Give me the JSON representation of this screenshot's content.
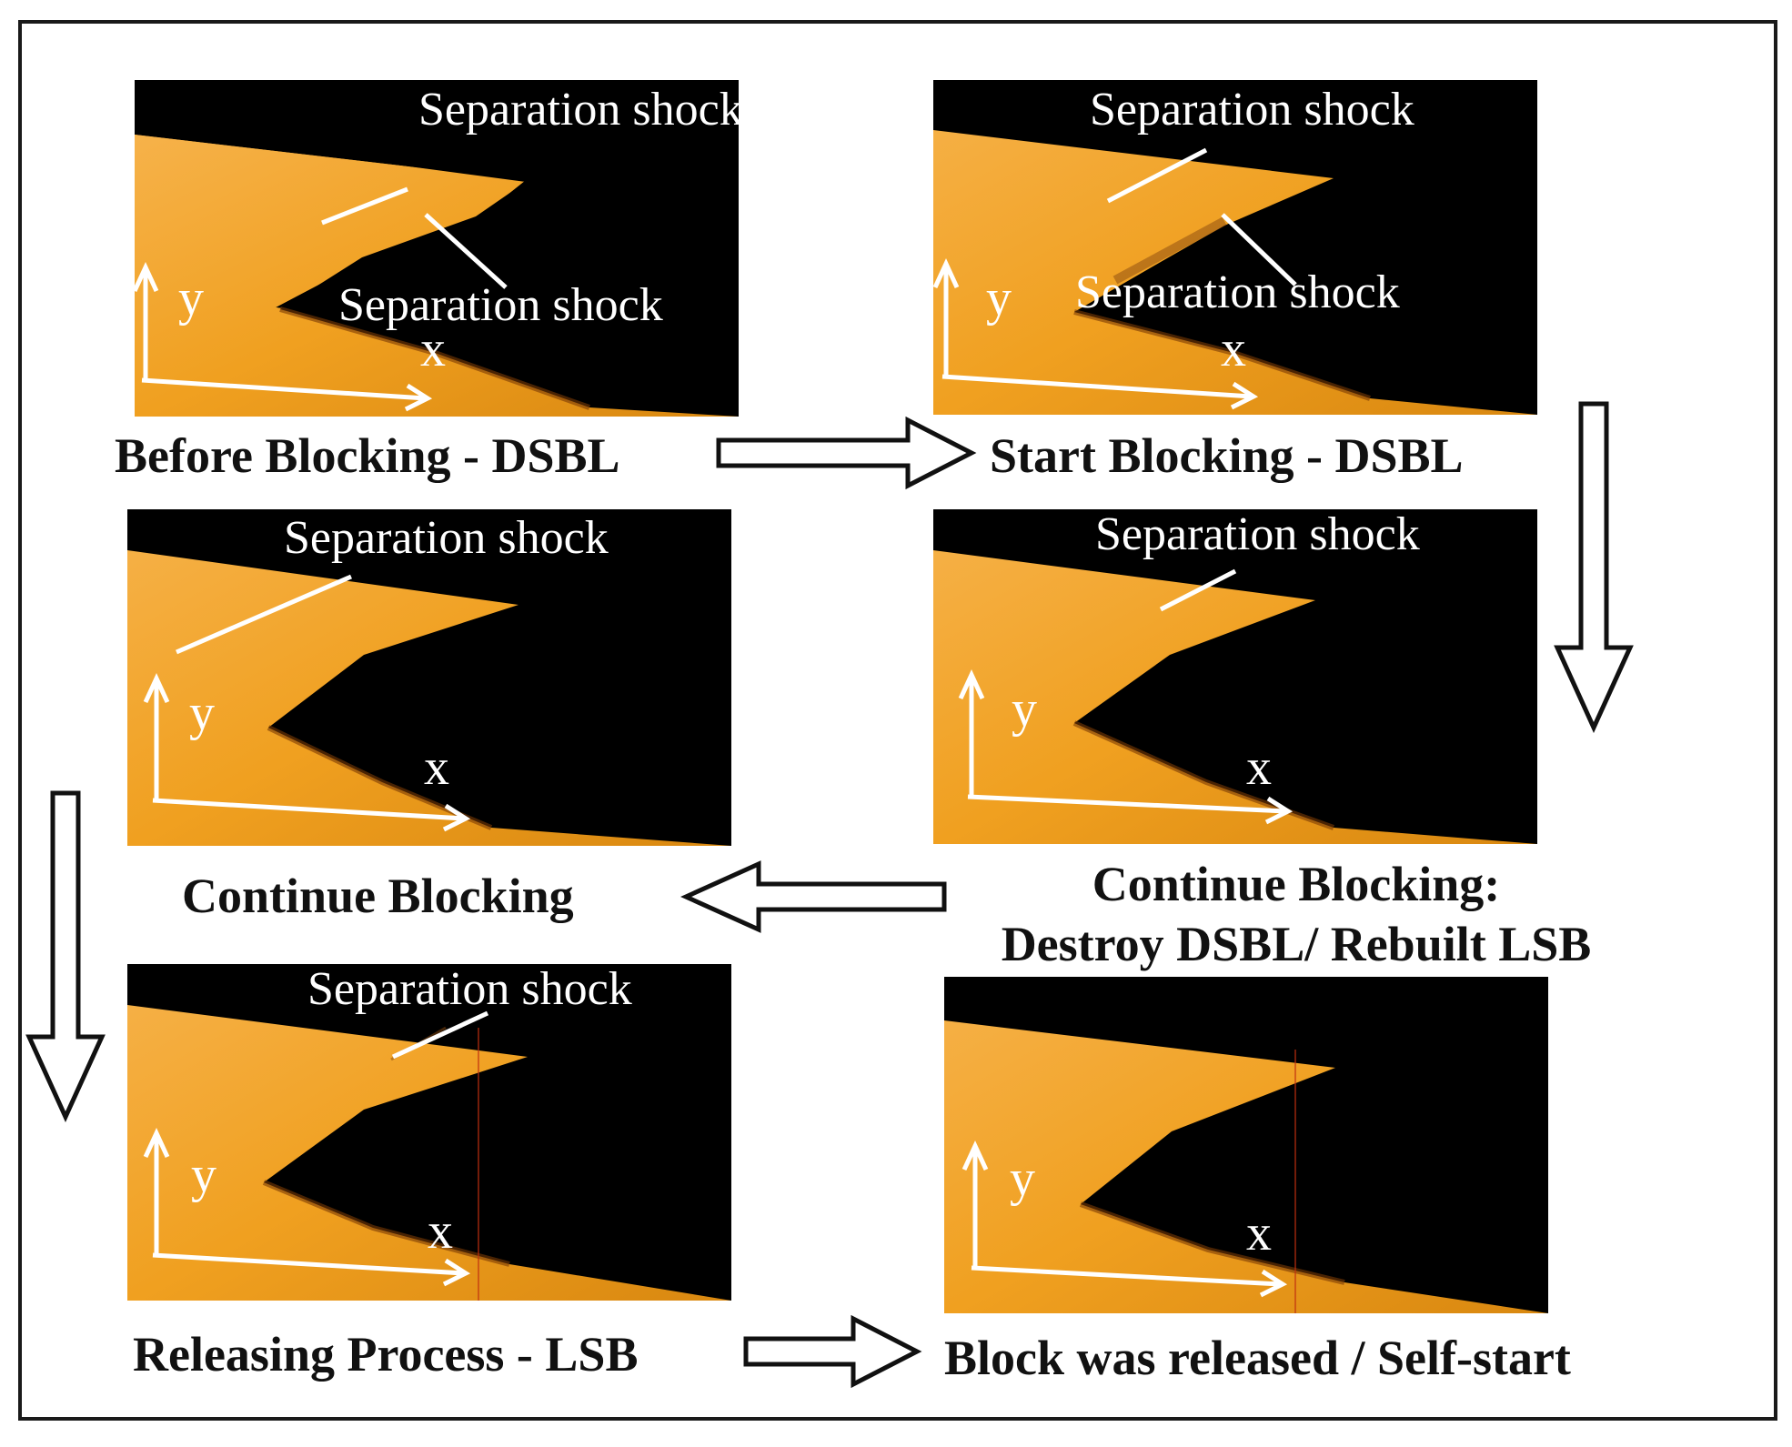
{
  "panels": [
    {
      "id": "before-blocking",
      "caption": "Before Blocking - DSBL",
      "labels": [
        "Separation shock",
        "Separation shock"
      ],
      "axis_x": "x",
      "axis_y": "y"
    },
    {
      "id": "start-blocking",
      "caption": "Start Blocking - DSBL",
      "labels": [
        "Separation shock",
        "Separation shock"
      ],
      "axis_x": "x",
      "axis_y": "y"
    },
    {
      "id": "continue-blocking-destroy",
      "caption_line1": "Continue Blocking:",
      "caption_line2": "Destroy DSBL/ Rebuilt LSB",
      "labels": [
        "Separation shock"
      ],
      "axis_x": "x",
      "axis_y": "y"
    },
    {
      "id": "continue-blocking",
      "caption": "Continue Blocking",
      "labels": [
        "Separation shock"
      ],
      "axis_x": "x",
      "axis_y": "y"
    },
    {
      "id": "releasing-process",
      "caption": "Releasing Process - LSB",
      "labels": [
        "Separation shock"
      ],
      "axis_x": "x",
      "axis_y": "y"
    },
    {
      "id": "block-released",
      "caption": "Block was released / Self-start",
      "labels": [],
      "axis_x": "x",
      "axis_y": "y"
    }
  ],
  "colors": {
    "flow_orange": "#f0a020",
    "flow_light": "#f8c060",
    "background_dark": "#000000",
    "annotation_white": "#ffffff",
    "caption_text": "#111111"
  }
}
